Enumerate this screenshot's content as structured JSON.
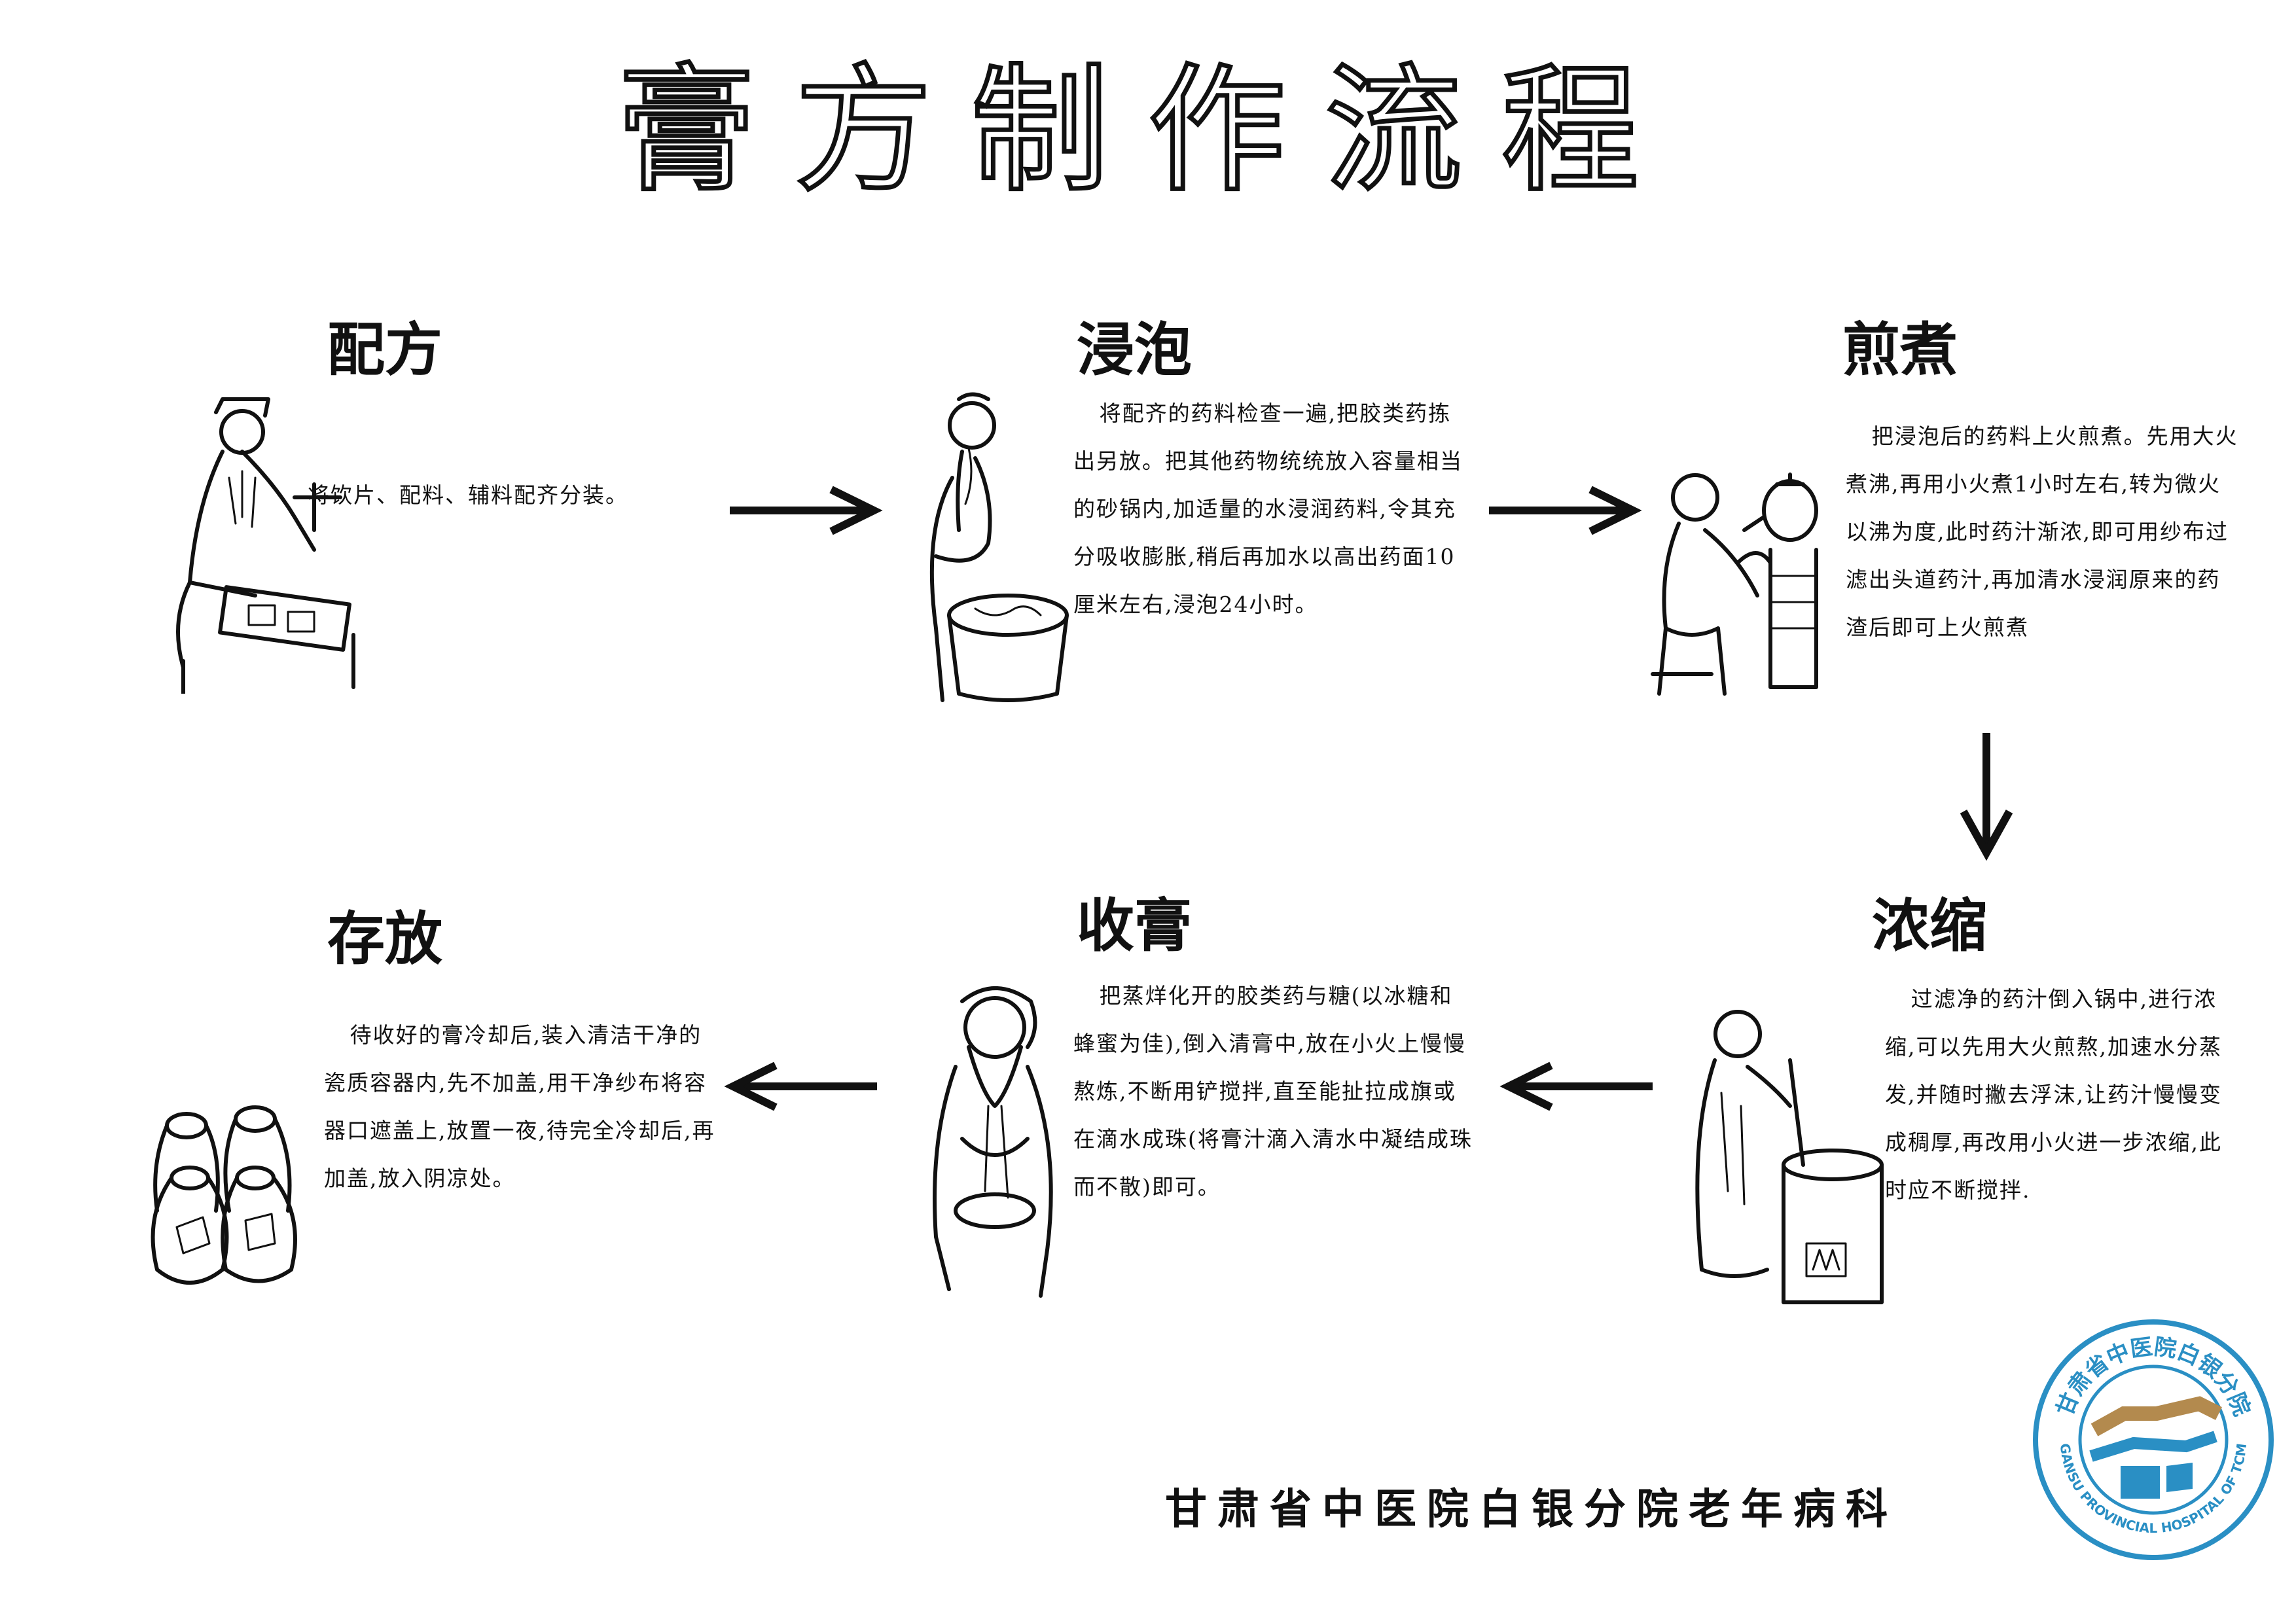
{
  "title": "膏方制作流程",
  "steps": [
    {
      "title": "配方",
      "text": "将饮片、配料、辅料配齐分装。"
    },
    {
      "title": "浸泡",
      "text": "将配齐的药料检查一遍,把胶类药拣出另放。把其他药物统统放入容量相当的砂锅内,加适量的水浸润药料,令其充分吸收膨胀,稍后再加水以高出药面10厘米左右,浸泡24小时。"
    },
    {
      "title": "煎煮",
      "text": "把浸泡后的药料上火煎煮。先用大火煮沸,再用小火煮1小时左右,转为微火以沸为度,此时药汁渐浓,即可用纱布过滤出头道药汁,再加清水浸润原来的药渣后即可上火煎煮"
    },
    {
      "title": "浓缩",
      "text": "过滤净的药汁倒入锅中,进行浓缩,可以先用大火煎熬,加速水分蒸发,并随时撇去浮沫,让药汁慢慢变成稠厚,再改用小火进一步浓缩,此时应不断搅拌."
    },
    {
      "title": "收膏",
      "text": "把蒸烊化开的胶类药与糖(以冰糖和蜂蜜为佳),倒入清膏中,放在小火上慢慢熬炼,不断用铲搅拌,直至能扯拉成旗或在滴水成珠(将膏汁滴入清水中凝结成珠而不散)即可。"
    },
    {
      "title": "存放",
      "text": "待收好的膏冷却后,装入清洁干净的瓷质容器内,先不加盖,用干净纱布将容器口遮盖上,放置一夜,待完全冷却后,再加盖,放入阴凉处。"
    }
  ],
  "footer": "甘肃省中医院白银分院老年病科",
  "logo": {
    "ring_text_cn": "甘肃省中医院白银分院",
    "ring_text_en": "GANSU PROVINCIAL HOSPITAL OF TCM",
    "colors": {
      "ring": "#2a8fc4",
      "brown": "#b38a4e",
      "blue": "#2a8fc4"
    }
  },
  "colors": {
    "ink": "#111111",
    "background": "#ffffff"
  }
}
